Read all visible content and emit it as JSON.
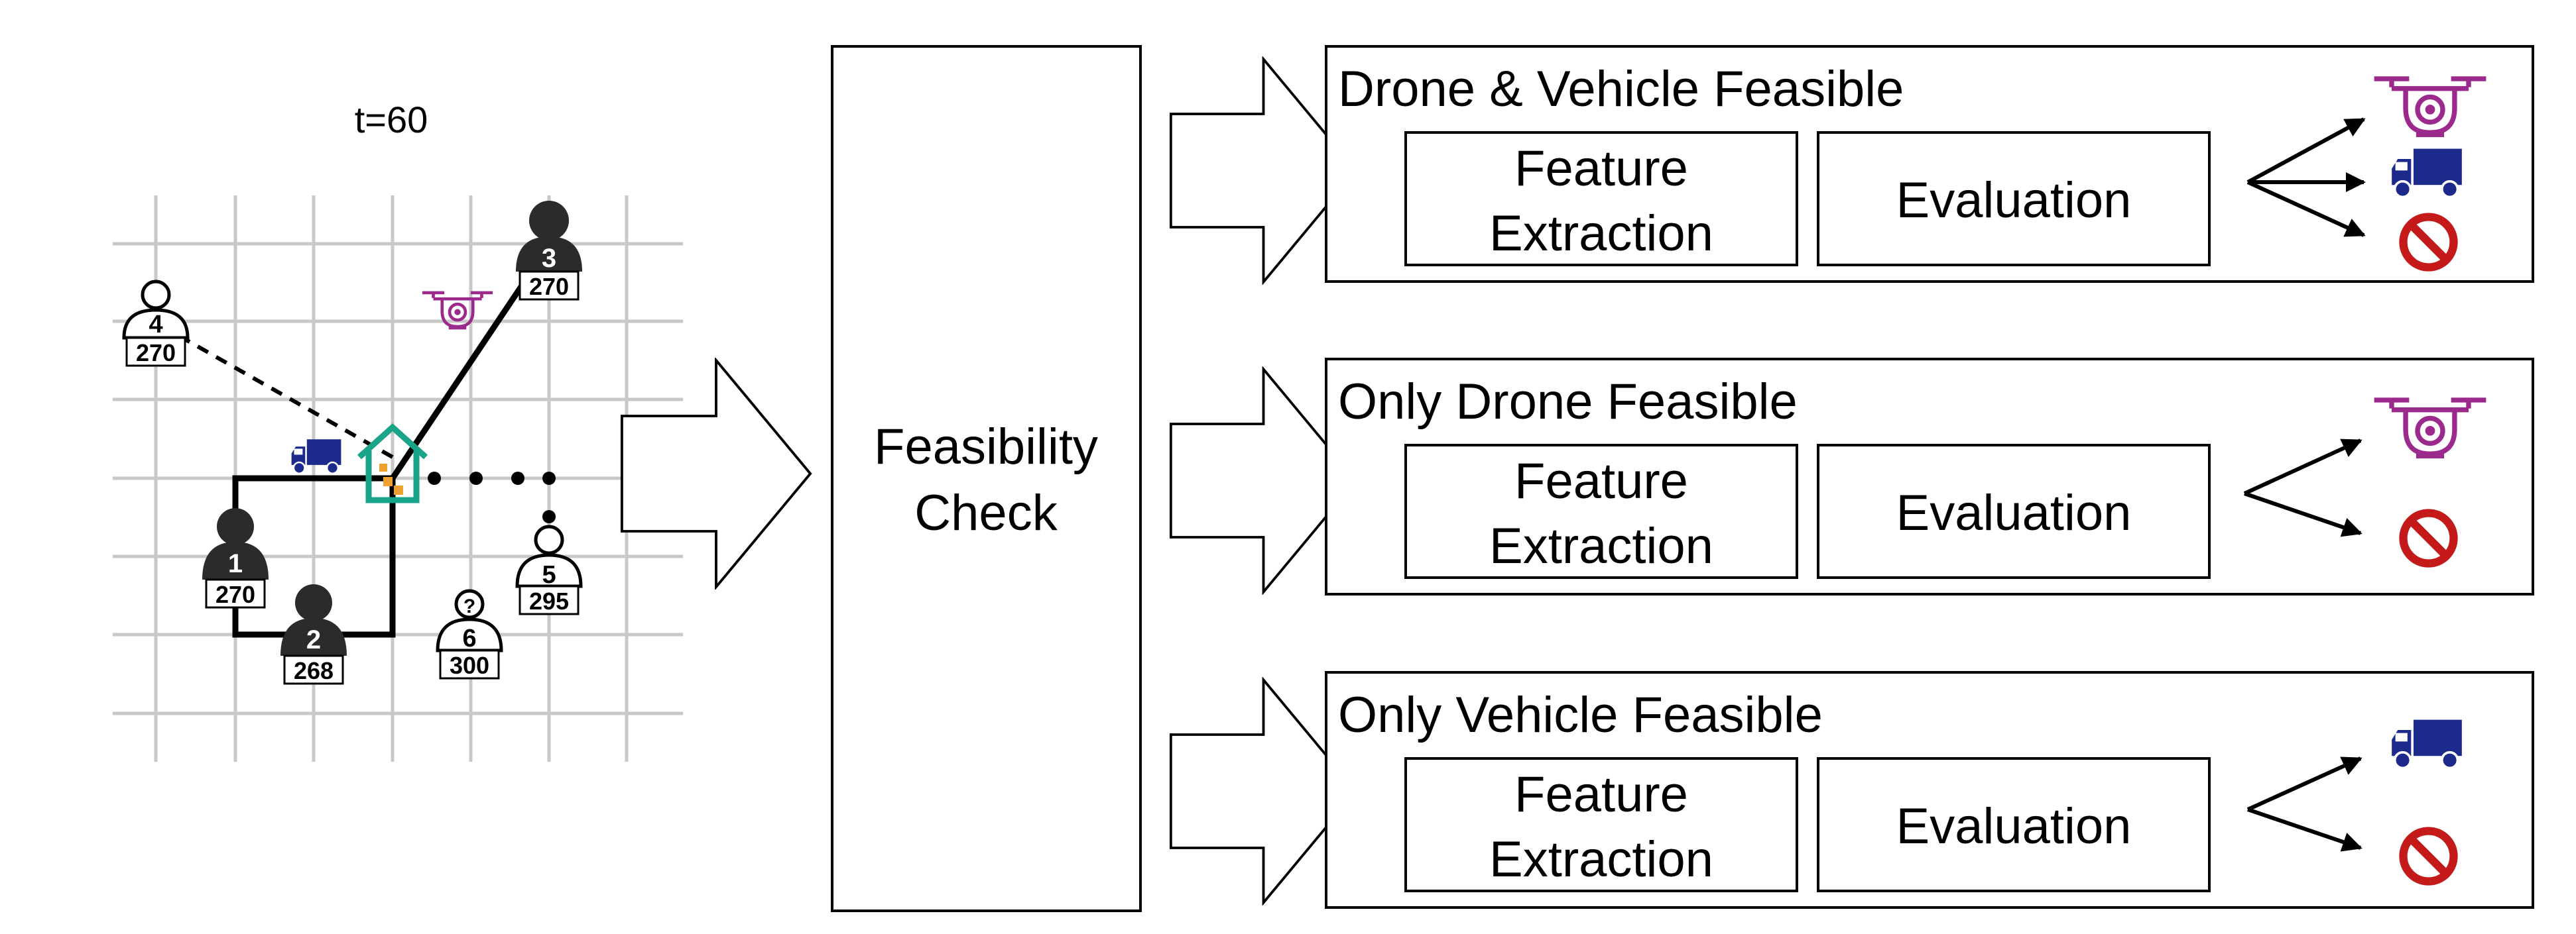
{
  "map": {
    "time_label": "t=60",
    "customers": [
      {
        "id": "1",
        "value": "270",
        "status": "served"
      },
      {
        "id": "2",
        "value": "268",
        "status": "served"
      },
      {
        "id": "3",
        "value": "270",
        "status": "served"
      },
      {
        "id": "4",
        "value": "270",
        "status": "pending"
      },
      {
        "id": "5",
        "value": "295",
        "status": "pending"
      },
      {
        "id": "6",
        "value": "300",
        "status": "unknown",
        "mark": "?"
      }
    ]
  },
  "feasibility": {
    "line1": "Feasibility",
    "line2": "Check"
  },
  "panels": [
    {
      "title": "Drone & Vehicle Feasible",
      "feature_line1": "Feature",
      "feature_line2": "Extraction",
      "evaluation": "Evaluation",
      "outcomes": [
        "drone-icon",
        "truck-icon",
        "prohibited-icon"
      ]
    },
    {
      "title": "Only Drone Feasible",
      "feature_line1": "Feature",
      "feature_line2": "Extraction",
      "evaluation": "Evaluation",
      "outcomes": [
        "drone-icon",
        "prohibited-icon"
      ]
    },
    {
      "title": "Only Vehicle Feasible",
      "feature_line1": "Feature",
      "feature_line2": "Extraction",
      "evaluation": "Evaluation",
      "outcomes": [
        "truck-icon",
        "prohibited-icon"
      ]
    }
  ],
  "colors": {
    "drone": "#9b2a8c",
    "truck": "#1c2a8c",
    "depot": "#1aa58a",
    "package": "#f0a030",
    "prohibited": "#c41a1a",
    "grid": "#c8c8c8"
  }
}
